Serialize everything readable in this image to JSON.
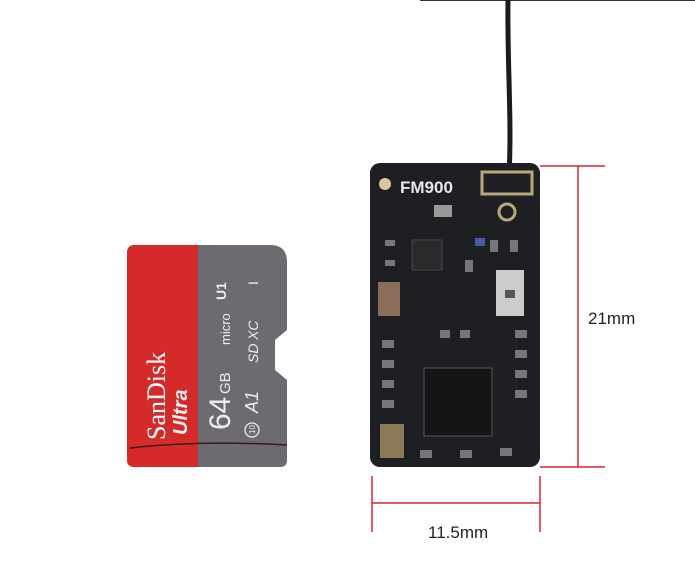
{
  "card": {
    "brand": "SanDisk",
    "line": "Ultra",
    "capacity_num": "64",
    "capacity_unit": "GB",
    "format_micro": "micro",
    "format_sd": "SD",
    "format_xc": "XC",
    "uhs": "I",
    "uhs_speed": "U1",
    "app_class": "A1",
    "speed_class": "10",
    "colors": {
      "red": "#d42a2a",
      "gray": "#6b6b70"
    }
  },
  "board": {
    "label": "FM900",
    "color": "#1e1f22"
  },
  "dimensions": {
    "height_label": "21mm",
    "width_label": "11.5mm",
    "line_color": "#d9253a"
  }
}
